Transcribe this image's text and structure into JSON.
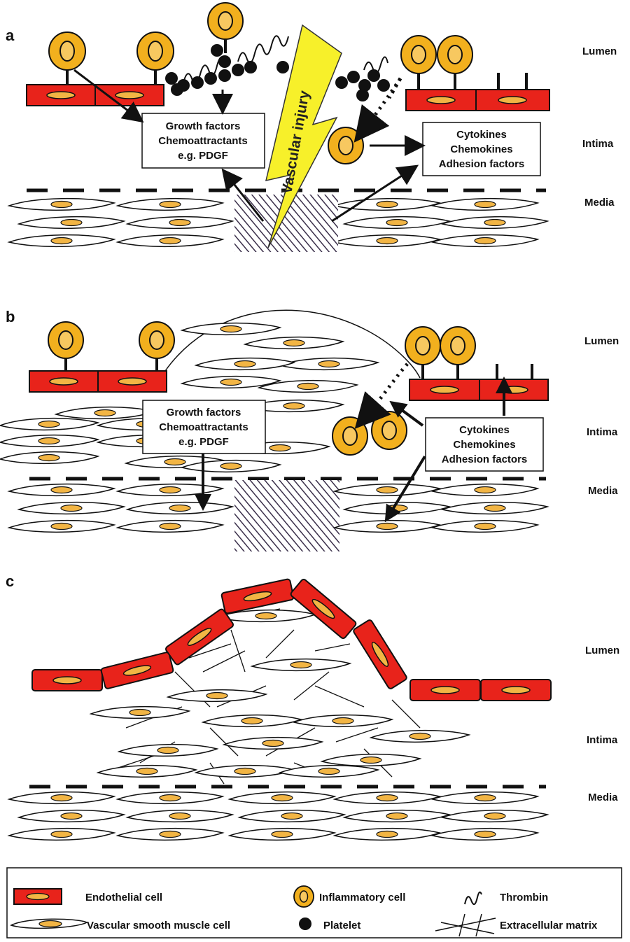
{
  "panels": {
    "a": {
      "letter": "a",
      "layers": {
        "lumen": "Lumen",
        "intima": "Intima",
        "media": "Media"
      },
      "injury_label": "Vascular injury",
      "box_left": [
        "Growth factors",
        "Chemoattractants",
        "e.g. PDGF"
      ],
      "box_right": [
        "Cytokines",
        "Chemokines",
        "Adhesion factors"
      ]
    },
    "b": {
      "letter": "b",
      "layers": {
        "lumen": "Lumen",
        "intima": "Intima",
        "media": "Media"
      },
      "box_left": [
        "Growth factors",
        "Chemoattractants",
        "e.g. PDGF"
      ],
      "box_right": [
        "Cytokines",
        "Chemokines",
        "Adhesion factors"
      ]
    },
    "c": {
      "letter": "c",
      "layers": {
        "lumen": "Lumen",
        "intima": "Intima",
        "media": "Media"
      }
    }
  },
  "legend": {
    "endothelial": "Endothelial cell",
    "inflammatory": "Inflammatory cell",
    "thrombin": "Thrombin",
    "vsmc": "Vascular smooth muscle cell",
    "platelet": "Platelet",
    "ecm": "Extracellular matrix"
  },
  "colors": {
    "endothelial": "#e8231b",
    "nucleus": "#f2b544",
    "inflammatory": "#f2b01e",
    "injury": "#f7f02a",
    "outline": "#111111"
  }
}
